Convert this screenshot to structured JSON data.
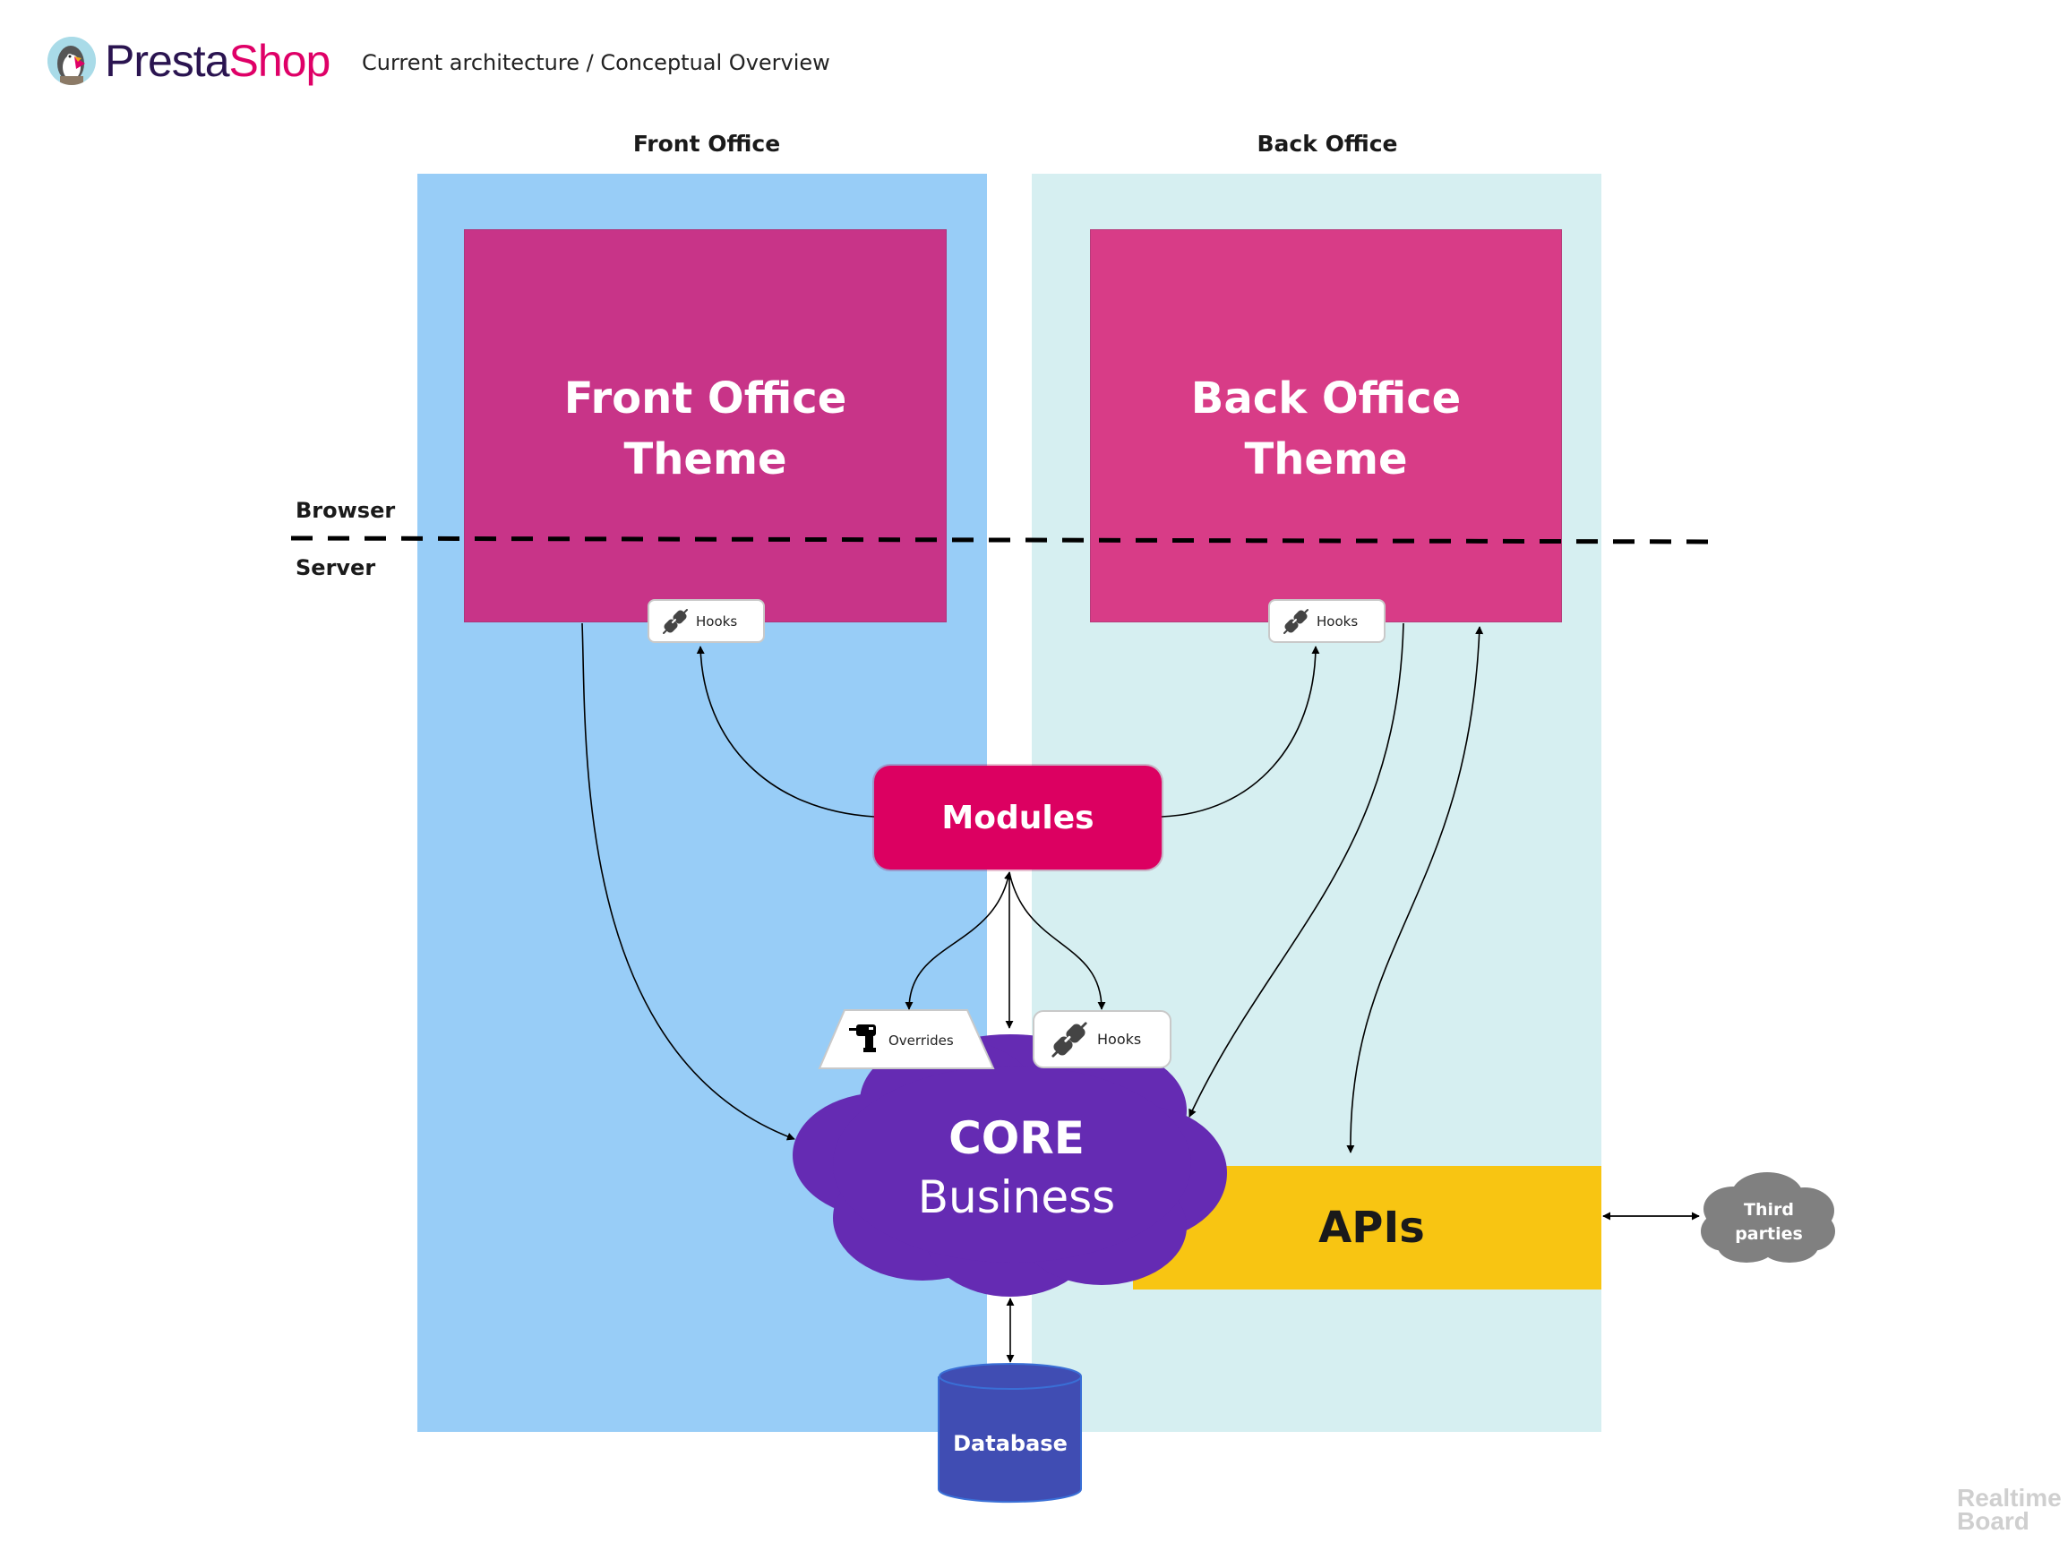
{
  "header": {
    "brand_part1": "Presta",
    "brand_part2": "Shop",
    "title": "Current architecture / Conceptual Overview"
  },
  "columns": {
    "front_office": "Front Office",
    "back_office": "Back Office"
  },
  "layers": {
    "browser": "Browser",
    "server": "Server"
  },
  "nodes": {
    "front_theme": {
      "line1": "Front Office",
      "line2": "Theme"
    },
    "back_theme": {
      "line1": "Back Office",
      "line2": "Theme"
    },
    "front_hooks": {
      "label": "Hooks",
      "icon": "plug-icon"
    },
    "back_hooks": {
      "label": "Hooks",
      "icon": "plug-icon"
    },
    "modules": {
      "label": "Modules"
    },
    "overrides": {
      "label": "Overrides",
      "icon": "drill-icon"
    },
    "core_hooks": {
      "label": "Hooks",
      "icon": "plug-icon"
    },
    "core": {
      "title": "CORE",
      "subtitle": "Business"
    },
    "apis": {
      "label": "APIs"
    },
    "third_parties": {
      "line1": "Third",
      "line2": "parties"
    },
    "database": {
      "label": "Database"
    }
  },
  "edges": [
    {
      "from": "modules",
      "to": "front_hooks"
    },
    {
      "from": "modules",
      "to": "back_hooks"
    },
    {
      "from": "modules",
      "to": "overrides"
    },
    {
      "from": "modules",
      "to": "core",
      "bidirectional": true
    },
    {
      "from": "modules",
      "to": "core_hooks"
    },
    {
      "from": "front_theme",
      "to": "core"
    },
    {
      "from": "back_theme",
      "to": "core"
    },
    {
      "from": "back_theme",
      "to": "apis",
      "bidirectional": true
    },
    {
      "from": "apis",
      "to": "third_parties",
      "bidirectional": true
    },
    {
      "from": "core",
      "to": "database",
      "bidirectional": true
    }
  ],
  "colors": {
    "front_panel": "#98cdf7",
    "back_panel": "#d6eff1",
    "front_theme": "#c83488",
    "back_theme": "#d83c87",
    "modules": "#dc0061",
    "core": "#652bb3",
    "apis": "#f8c512",
    "database": "#404db3",
    "third_parties": "#808080"
  },
  "watermark": {
    "line1": "Realtime",
    "line2": "Board"
  }
}
